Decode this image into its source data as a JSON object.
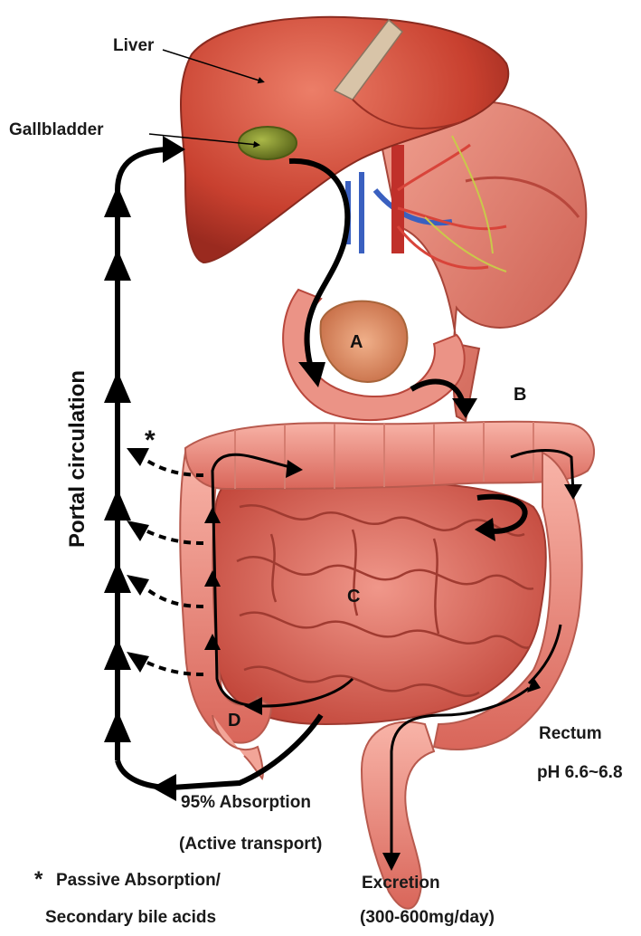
{
  "labels": {
    "liver": "Liver",
    "gallbladder": "Gallbladder",
    "portal_circulation": "Portal circulation",
    "asterisk": "*",
    "letter_a": "A",
    "letter_b": "B",
    "letter_c": "C",
    "letter_d": "D",
    "rectum": "Rectum",
    "rectum_ph": "pH 6.6~6.8",
    "absorption": "95% Absorption",
    "active_transport": "(Active transport)",
    "excretion": "Excretion",
    "excretion_amount": "(300-600mg/day)",
    "footnote_star": "*",
    "footnote_line1": "Passive Absorption/",
    "footnote_line2": "Secondary bile acids"
  },
  "colors": {
    "liver": "#c8402f",
    "liver_highlight": "#e06a55",
    "gallbladder": "#7a8a2a",
    "stomach": "#e07a6a",
    "intestine": "#e58376",
    "intestine_dark": "#b8473c",
    "colon": "#ef9a8c",
    "pancreas": "#d98a5a",
    "arrow": "#000000"
  }
}
